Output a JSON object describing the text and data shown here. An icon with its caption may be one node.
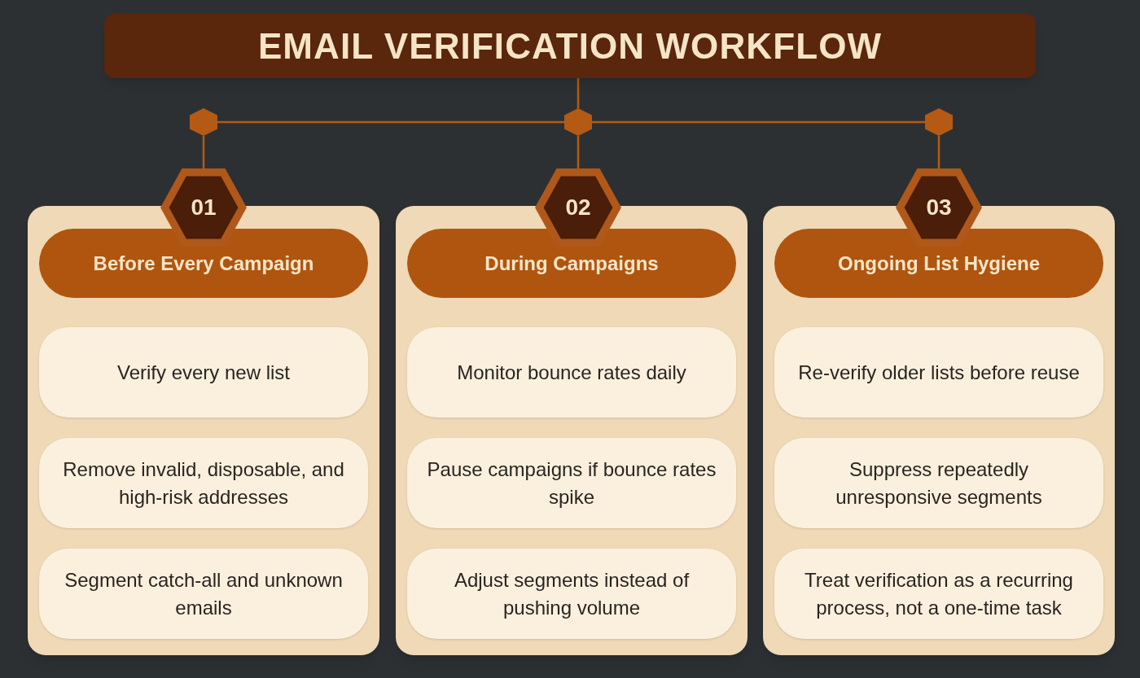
{
  "diagram": {
    "nodes": [
      {
        "text": [
          "EMAIL VERIFICATION WORKFLOW"
        ]
      },
      {
        "text": [],
        "shape": "hexagon"
      },
      {
        "text": [],
        "shape": "hexagon"
      },
      {
        "text": [],
        "shape": "hexagon"
      },
      {
        "text": [
          "01"
        ]
      },
      {
        "text": [
          "02"
        ]
      },
      {
        "text": [
          "03"
        ]
      },
      {
        "text": [],
        "shape": "box"
      },
      {
        "text": [
          "Before Every Campaign"
        ],
        "in": 7
      },
      {
        "text": [
          "Verify every new list"
        ],
        "in": 7
      },
      {
        "text": [
          "Remove invalid, disposable, and high-risk addresses"
        ],
        "in": 7
      },
      {
        "text": [
          "Segment catch-all and unknown emails"
        ],
        "in": 7
      },
      {
        "text": [],
        "shape": "box"
      },
      {
        "text": [
          "During Campaigns"
        ],
        "in": 12
      },
      {
        "text": [
          "Monitor bounce rates daily"
        ],
        "in": 12
      },
      {
        "text": [
          "Pause campaigns if bounce rates spike"
        ],
        "in": 12
      },
      {
        "text": [
          "Adjust segments instead of pushing volume"
        ],
        "in": 12
      },
      {
        "text": [],
        "shape": "box"
      },
      {
        "text": [
          "Ongoing List Hygiene"
        ],
        "in": 17
      },
      {
        "text": [
          "Re-verify older lists before reuse"
        ],
        "in": 17
      },
      {
        "text": [
          "Suppress repeatedly unresponsive segments"
        ],
        "in": 17
      },
      {
        "text": [
          "Treat verification as a recurring process, not a one-time task"
        ],
        "in": 17
      }
    ],
    "edges": [
      {
        "from": 0,
        "to": 2,
        "arrow": "none"
      },
      {
        "from": 1,
        "to": 2,
        "arrow": "none"
      },
      {
        "from": 2,
        "to": 3,
        "arrow": "none"
      },
      {
        "from": 1,
        "to": 4,
        "arrow": "none"
      },
      {
        "from": 2,
        "to": 5,
        "arrow": "none"
      },
      {
        "from": 3,
        "to": 6,
        "arrow": "none"
      }
    ]
  }
}
